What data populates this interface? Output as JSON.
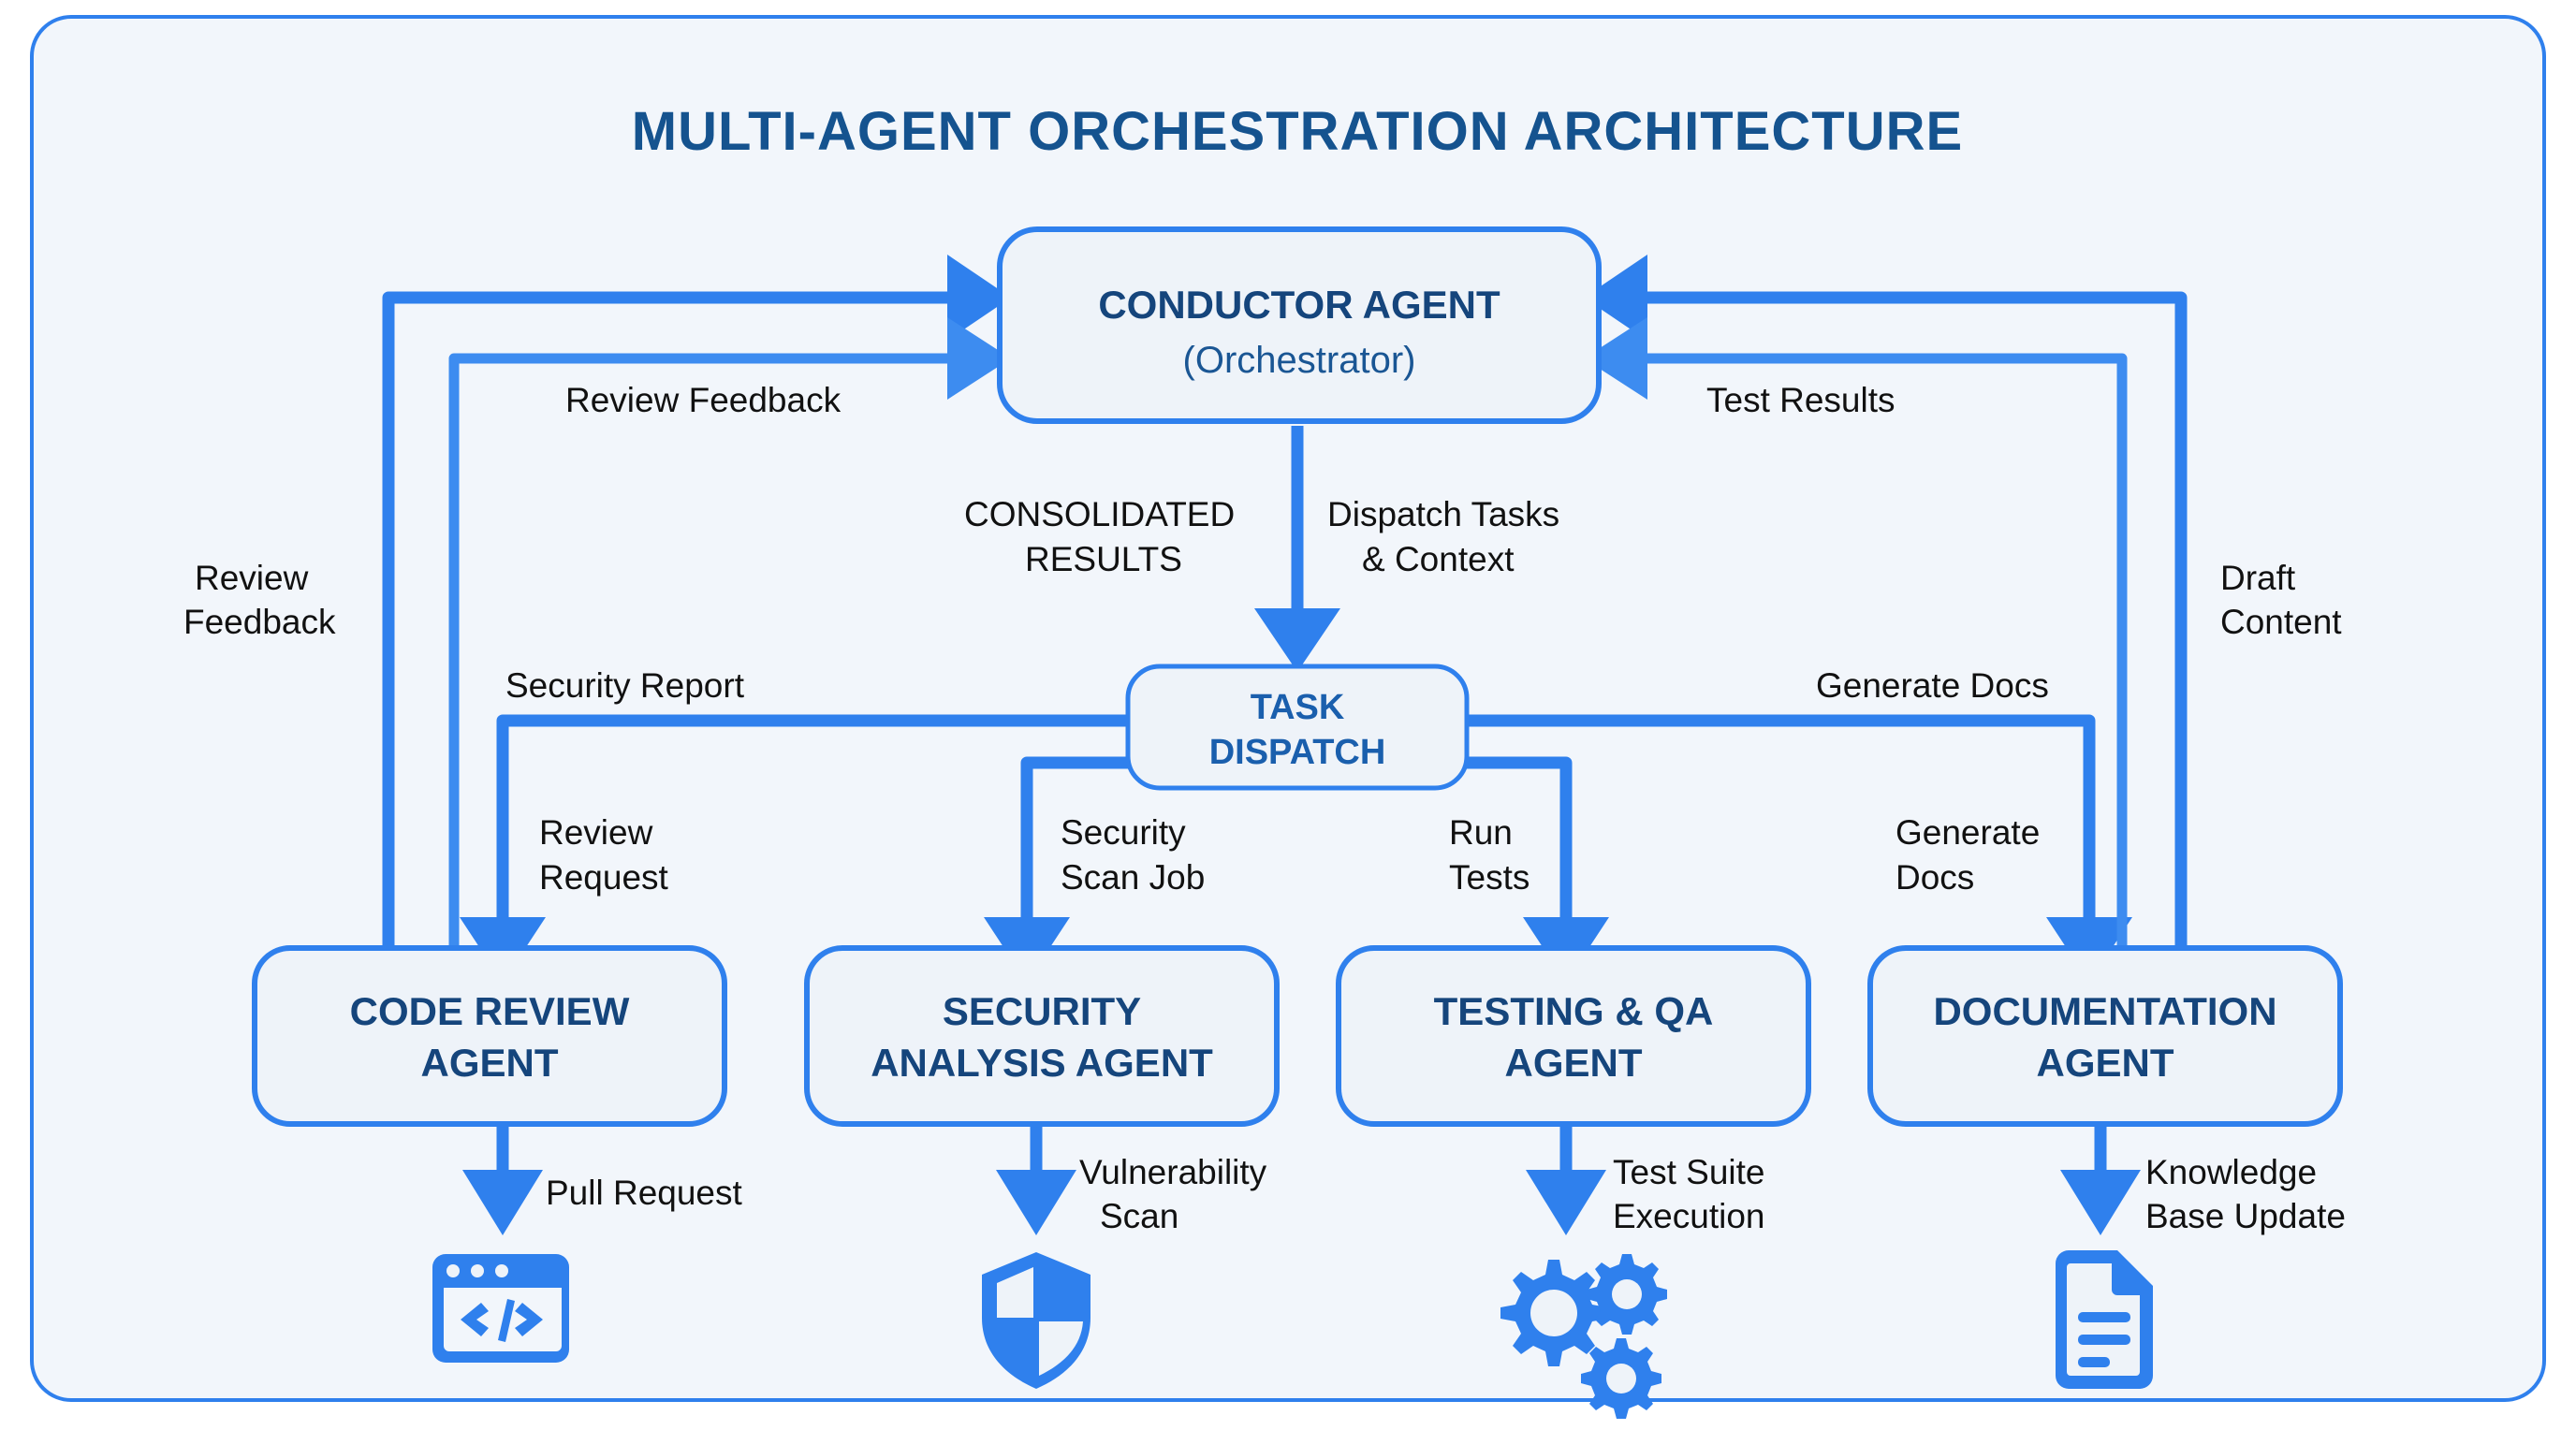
{
  "diagram": {
    "title": "MULTI-AGENT ORCHESTRATION ARCHITECTURE",
    "accent_color": "#2f80ed",
    "title_color": "#15538f",
    "background_color": "#f2f6fb",
    "label_color": "#111111"
  },
  "nodes": {
    "conductor": {
      "title": "CONDUCTOR AGENT",
      "subtitle": "(Orchestrator)"
    },
    "dispatch": {
      "line1": "TASK",
      "line2": "DISPATCH"
    },
    "agents": [
      {
        "line1": "CODE REVIEW",
        "line2": "AGENT",
        "icon": "code-window-icon"
      },
      {
        "line1": "SECURITY",
        "line2": "ANALYSIS AGENT",
        "icon": "shield-icon"
      },
      {
        "line1": "TESTING & QA",
        "line2": "AGENT",
        "icon": "gears-icon"
      },
      {
        "line1": "DOCUMENTATION",
        "line2": "AGENT",
        "icon": "document-icon"
      }
    ]
  },
  "edge_labels": {
    "review_feedback_outer_l1": "Review",
    "review_feedback_outer_l2": "Feedback",
    "review_feedback_inner": "Review Feedback",
    "consolidated_l1": "CONSOLIDATED",
    "consolidated_l2": "RESULTS",
    "dispatch_tasks_l1": "Dispatch Tasks",
    "dispatch_tasks_l2": "& Context",
    "test_results": "Test Results",
    "draft_content_l1": "Draft",
    "draft_content_l2": "Content",
    "security_report": "Security Report",
    "generate_docs_top": "Generate Docs",
    "review_request_l1": "Review",
    "review_request_l2": "Request",
    "security_scan_l1": "Security",
    "security_scan_l2": "Scan Job",
    "run_tests_l1": "Run",
    "run_tests_l2": "Tests",
    "generate_docs_l1": "Generate",
    "generate_docs_l2": "Docs",
    "pull_request": "Pull Request",
    "vulnerability_l1": "Vulnerability",
    "vulnerability_l2": "Scan",
    "test_suite_l1": "Test Suite",
    "test_suite_l2": "Execution",
    "knowledge_l1": "Knowledge",
    "knowledge_l2": "Base Update"
  }
}
